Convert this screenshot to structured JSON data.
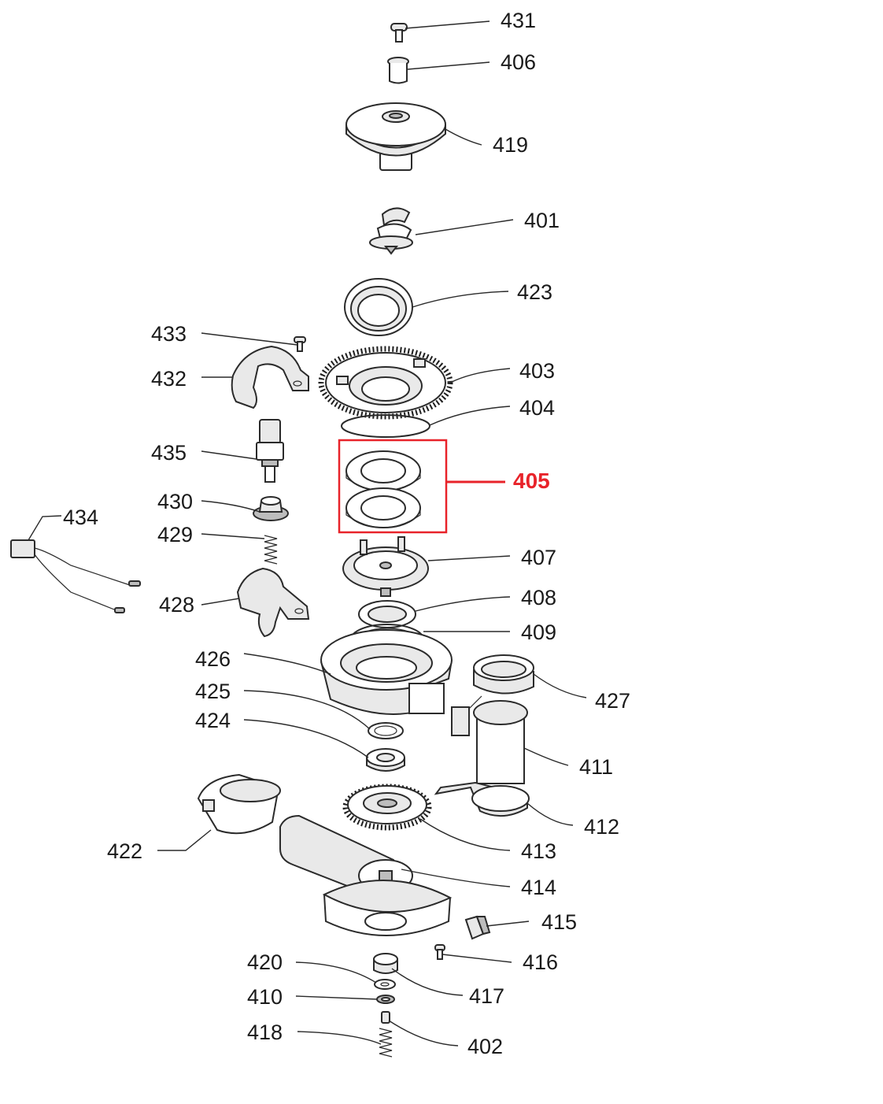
{
  "highlight": {
    "part": "405",
    "color": "#e8232a"
  },
  "labels": {
    "p431": "431",
    "p406": "406",
    "p419": "419",
    "p401": "401",
    "p423": "423",
    "p433": "433",
    "p432": "432",
    "p403": "403",
    "p404": "404",
    "p435": "435",
    "p405": "405",
    "p430": "430",
    "p434": "434",
    "p429": "429",
    "p407": "407",
    "p428": "428",
    "p408": "408",
    "p409": "409",
    "p426": "426",
    "p427": "427",
    "p425": "425",
    "p424": "424",
    "p411": "411",
    "p412": "412",
    "p422": "422",
    "p413": "413",
    "p414": "414",
    "p415": "415",
    "p420": "420",
    "p416": "416",
    "p410": "410",
    "p417": "417",
    "p418": "418",
    "p402": "402"
  }
}
